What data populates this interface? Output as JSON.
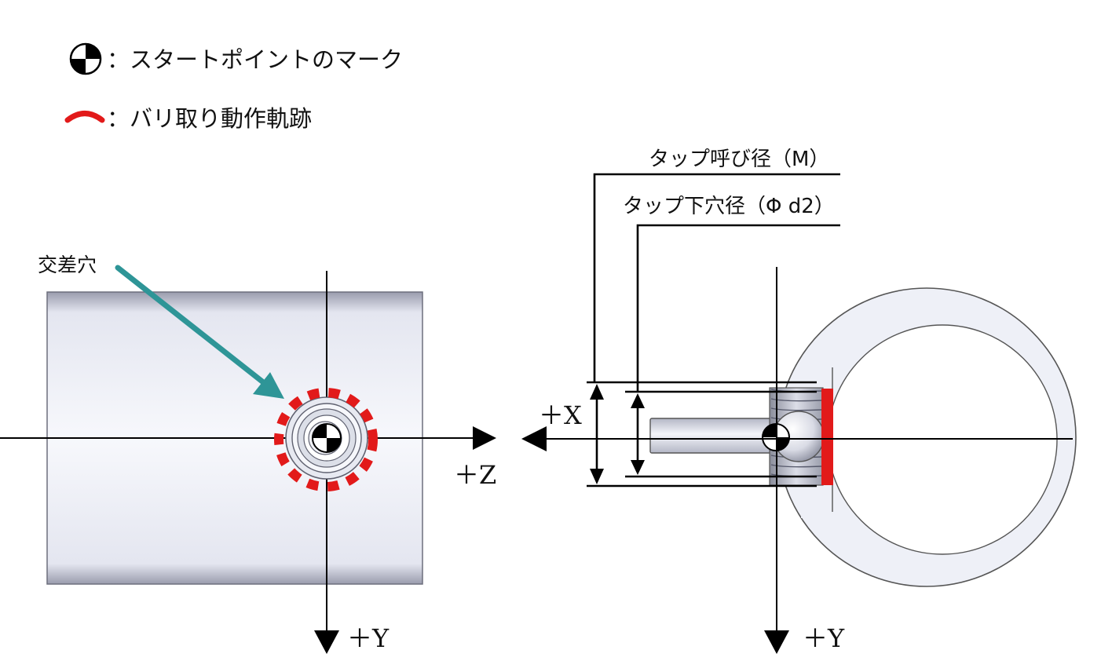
{
  "legend": {
    "start_point_label": "：スタートポイントのマーク",
    "deburr_path_label": "：バリ取り動作軌跡"
  },
  "left_view": {
    "cross_hole_label": "交差穴",
    "axis_z": "＋Z",
    "axis_y": "＋Y"
  },
  "right_view": {
    "tap_nominal_diameter_label": "タップ呼び径（M）",
    "tap_drill_diameter_label": "タップ下穴径（Φ d2）",
    "axis_x": "＋X",
    "axis_y": "＋Y"
  },
  "colors": {
    "deburr_path": "#e21a1a",
    "arrow": "#2e9597",
    "part_fill": "#eef0f7",
    "line": "#000000"
  }
}
